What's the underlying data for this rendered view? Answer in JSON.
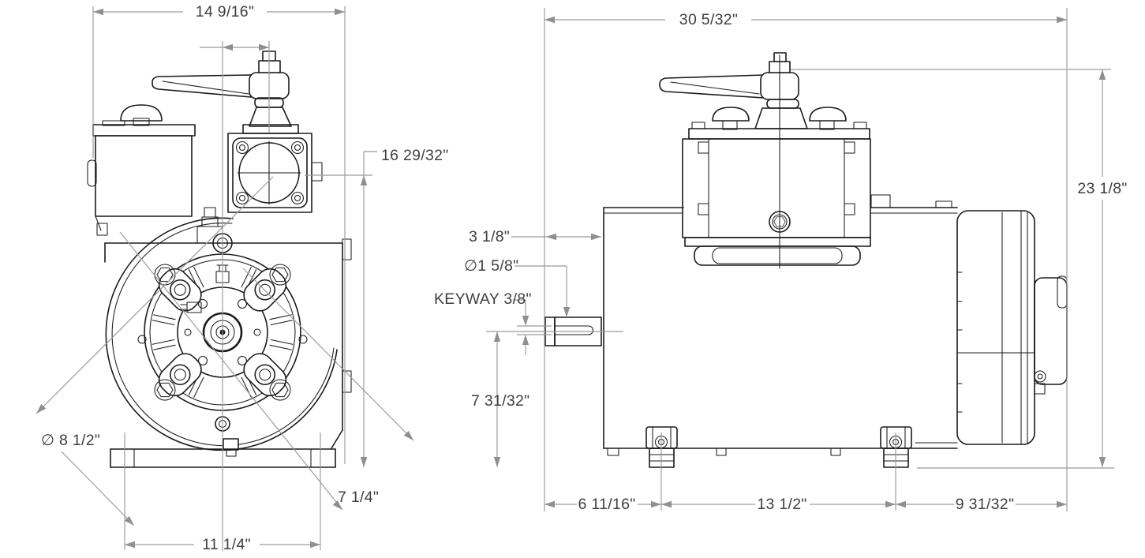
{
  "colors": {
    "background": "#ffffff",
    "part_line": "#1b1b1b",
    "dimension_line": "#9a9a9a",
    "dimension_text": "#3f3f3f"
  },
  "front_view": {
    "dimensions": {
      "overall_width": "14 9/16\"",
      "height_to_port_center": "16 29/32\"",
      "face_diameter": "∅ 8 1/2\"",
      "diagonal_clearance": "7 1/4\"",
      "base_bolt_spacing": "11 1/4\""
    }
  },
  "side_view": {
    "dimensions": {
      "overall_length": "30 5/32\"",
      "overall_height": "23 1/8\"",
      "shaft_extension": "3 1/8\"",
      "shaft_diameter": "∅1 5/8\"",
      "keyway": "KEYWAY 3/8\"",
      "shaft_center_height": "7 31/32\"",
      "front_foot_offset": "6 11/16\"",
      "foot_spacing": "13 1/2\"",
      "rear_foot_offset": "9 31/32\""
    }
  }
}
